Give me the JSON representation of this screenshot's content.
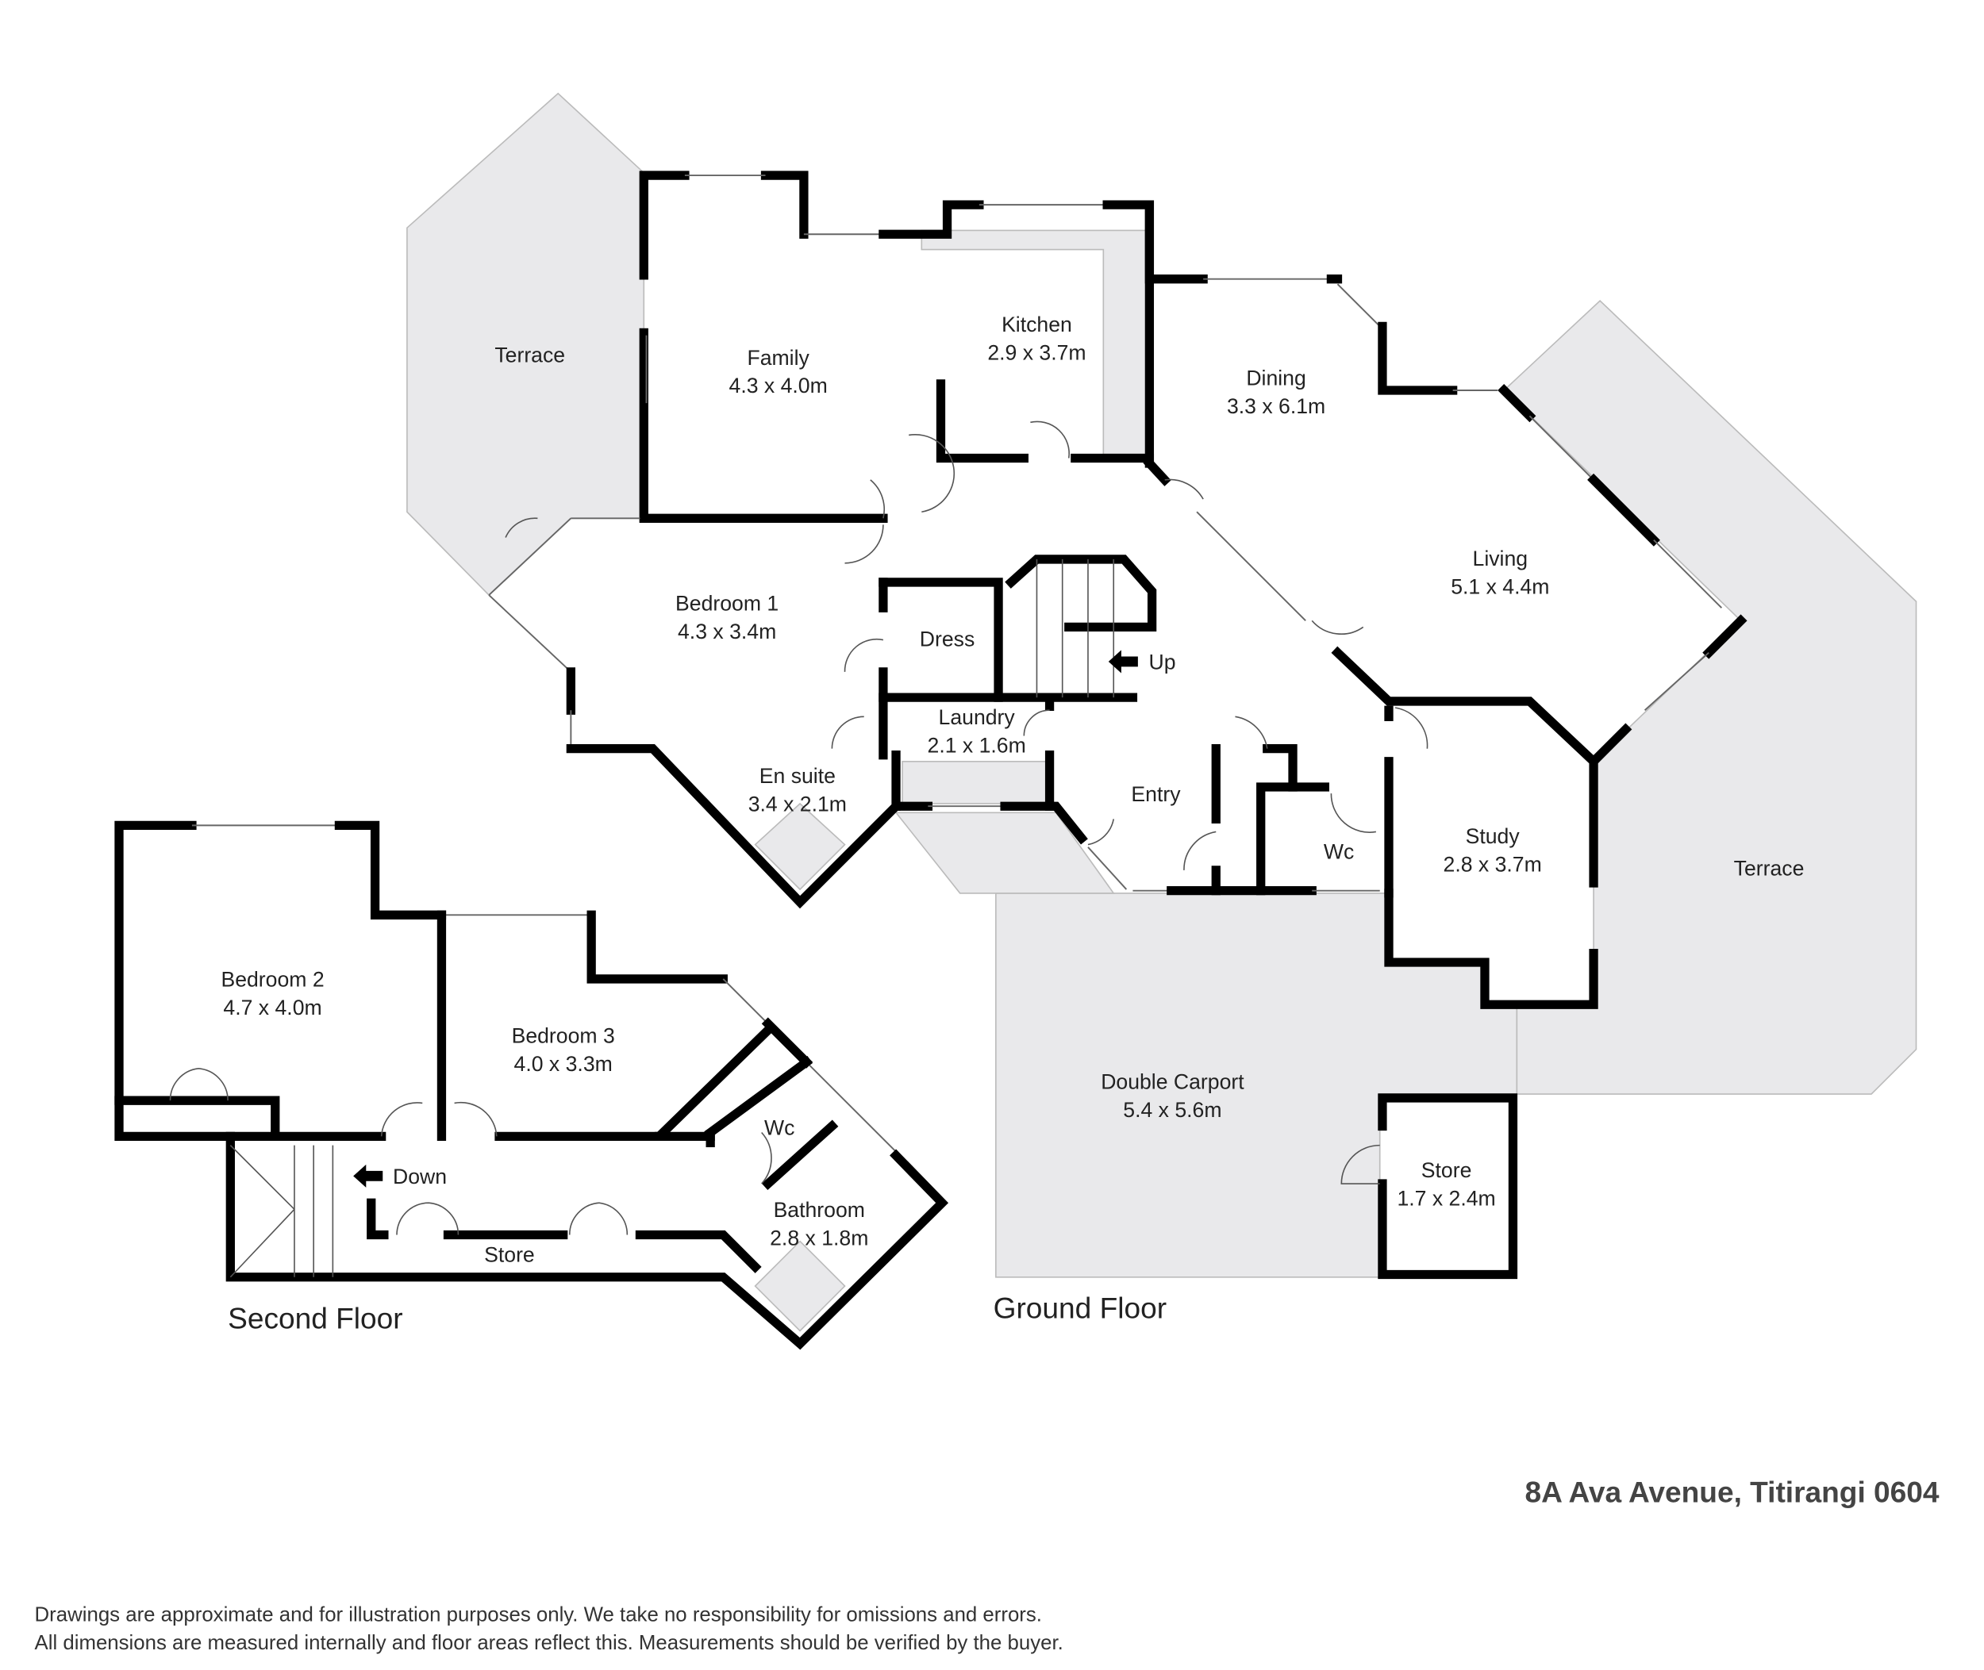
{
  "address": "8A Ava Avenue, Titirangi 0604",
  "disclaimer": [
    "Drawings are approximate and for illustration purposes only. We take no responsibility for omissions and errors.",
    "All dimensions are measured internally and floor areas reflect this. Measurements should be verified by the buyer."
  ],
  "floors": {
    "ground": "Ground Floor",
    "second": "Second Floor"
  },
  "rooms": {
    "terrace_left": {
      "name": "Terrace"
    },
    "family": {
      "name": "Family",
      "dim": "4.3 x 4.0m"
    },
    "kitchen": {
      "name": "Kitchen",
      "dim": "2.9 x 3.7m"
    },
    "dining": {
      "name": "Dining",
      "dim": "3.3 x 6.1m"
    },
    "living": {
      "name": "Living",
      "dim": "5.1 x 4.4m"
    },
    "bedroom1": {
      "name": "Bedroom 1",
      "dim": "4.3 x 3.4m"
    },
    "dress": {
      "name": "Dress"
    },
    "stairs_up": {
      "name": "Up"
    },
    "laundry": {
      "name": "Laundry",
      "dim": "2.1 x 1.6m"
    },
    "ensuite": {
      "name": "En suite",
      "dim": "3.4 x 2.1m"
    },
    "entry": {
      "name": "Entry"
    },
    "wc_ground": {
      "name": "Wc"
    },
    "study": {
      "name": "Study",
      "dim": "2.8 x 3.7m"
    },
    "terrace_right": {
      "name": "Terrace"
    },
    "carport": {
      "name": "Double Carport",
      "dim": "5.4 x 5.6m"
    },
    "store_ground": {
      "name": "Store",
      "dim": "1.7 x 2.4m"
    },
    "bedroom2": {
      "name": "Bedroom 2",
      "dim": "4.7 x 4.0m"
    },
    "bedroom3": {
      "name": "Bedroom 3",
      "dim": "4.0 x 3.3m"
    },
    "wc_second": {
      "name": "Wc"
    },
    "bathroom": {
      "name": "Bathroom",
      "dim": "2.8 x 1.8m"
    },
    "stairs_down": {
      "name": "Down"
    },
    "store_second": {
      "name": "Store"
    }
  }
}
